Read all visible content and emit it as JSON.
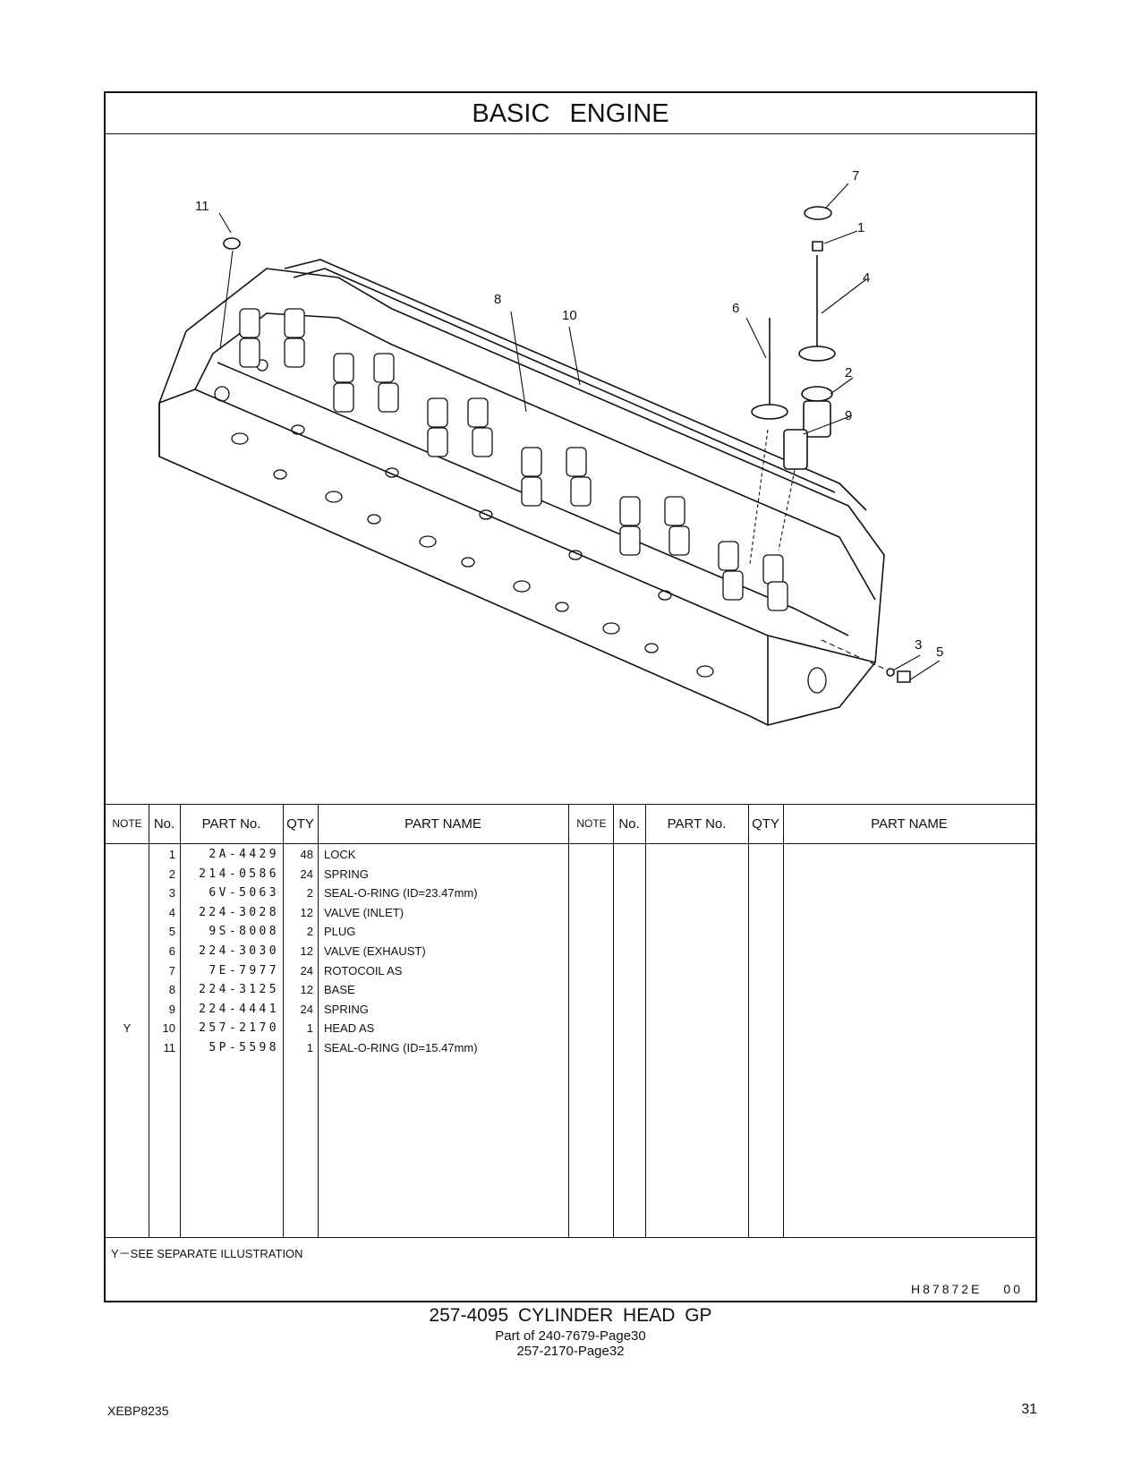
{
  "page": {
    "section_title": "BASIC ENGINE",
    "document_code": "XEBP8235",
    "page_number": "31"
  },
  "illustration": {
    "callouts": [
      "7",
      "1",
      "11",
      "4",
      "8",
      "6",
      "10",
      "2",
      "9",
      "3",
      "5"
    ],
    "illustration_id": "H87872E",
    "revision": "00"
  },
  "table": {
    "headers": {
      "note": "NOTE",
      "no": "No.",
      "part_no": "PART No.",
      "qty": "QTY",
      "part_name": "PART NAME"
    },
    "rows": [
      {
        "note": "",
        "no": "1",
        "part_no": "2A-4429",
        "qty": "48",
        "name": "LOCK"
      },
      {
        "note": "",
        "no": "2",
        "part_no": "214-0586",
        "qty": "24",
        "name": "SPRING"
      },
      {
        "note": "",
        "no": "3",
        "part_no": "6V-5063",
        "qty": "2",
        "name": "SEAL-O-RING (ID=23.47mm)"
      },
      {
        "note": "",
        "no": "4",
        "part_no": "224-3028",
        "qty": "12",
        "name": "VALVE (INLET)"
      },
      {
        "note": "",
        "no": "5",
        "part_no": "9S-8008",
        "qty": "2",
        "name": "PLUG"
      },
      {
        "note": "",
        "no": "6",
        "part_no": "224-3030",
        "qty": "12",
        "name": "VALVE (EXHAUST)"
      },
      {
        "note": "",
        "no": "7",
        "part_no": "7E-7977",
        "qty": "24",
        "name": "ROTOCOIL  AS"
      },
      {
        "note": "",
        "no": "8",
        "part_no": "224-3125",
        "qty": "12",
        "name": "BASE"
      },
      {
        "note": "",
        "no": "9",
        "part_no": "224-4441",
        "qty": "24",
        "name": "SPRING"
      },
      {
        "note": "Y",
        "no": "10",
        "part_no": "257-2170",
        "qty": "1",
        "name": "HEAD  AS"
      },
      {
        "note": "",
        "no": "11",
        "part_no": "5P-5598",
        "qty": "1",
        "name": "SEAL-O-RING (ID=15.47mm)"
      }
    ],
    "footnote": "Y－SEE  SEPARATE  ILLUSTRATION"
  },
  "caption": {
    "title": "257-4095  CYLINDER  HEAD  GP",
    "line2": "Part of 240-7679-Page30",
    "line3": "257-2170-Page32"
  }
}
